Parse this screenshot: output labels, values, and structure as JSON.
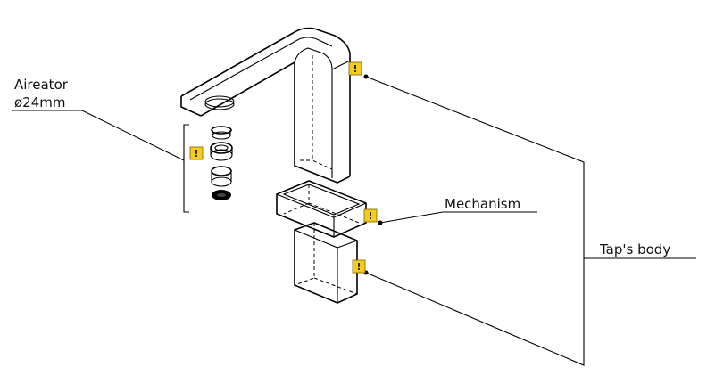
{
  "labels": {
    "aerator_line1": "Aireator",
    "aerator_line2": "ø24mm",
    "mechanism": "Mechanism",
    "taps_body": "Tap's body"
  },
  "warning_icon": {
    "glyph": "!",
    "color": "#f5cc1e"
  }
}
